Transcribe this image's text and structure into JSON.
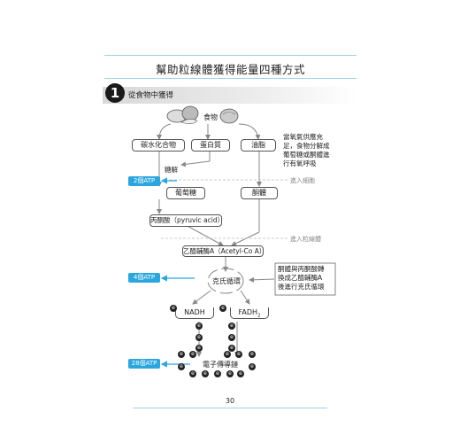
{
  "page": {
    "title": "幫助粒線體獲得能量四種方式",
    "page_number": "30"
  },
  "section": {
    "number": "1",
    "title": "從食物中獲得"
  },
  "diagram": {
    "food_label": "食物",
    "carbohydrate": "碳水化合物",
    "protein": "蛋白質",
    "fat": "油脂",
    "glycolysis": "糖解",
    "glucose": "葡萄糖",
    "ketone": "酮體",
    "pyruvate": "丙酮酸（pyruvic acid）",
    "acetyl_coa": "乙醯輔酶A（Acetyl-Co A）",
    "krebs": "克氏循環",
    "nadh": "NADH",
    "fadh2_main": "FADH",
    "fadh2_sub": "2",
    "etc": "電子傳導鏈",
    "enter_cell": "進入細胞",
    "enter_mito": "進入粒線體",
    "electron": "e",
    "note_oxygen": [
      "當氧氣供應充",
      "足，食物分解成",
      "葡萄糖或酮體進",
      "行有氧呼吸"
    ],
    "note_ketone": [
      "酮體與丙酮酸轉",
      "換成乙醯輔酶A",
      "後進行克氏循環"
    ],
    "atp": [
      "2個ATP",
      "4個ATP",
      "28個ATP"
    ]
  },
  "colors": {
    "accent": "#2aa7df",
    "rule": "#9fd3e6",
    "line": "#888888"
  }
}
